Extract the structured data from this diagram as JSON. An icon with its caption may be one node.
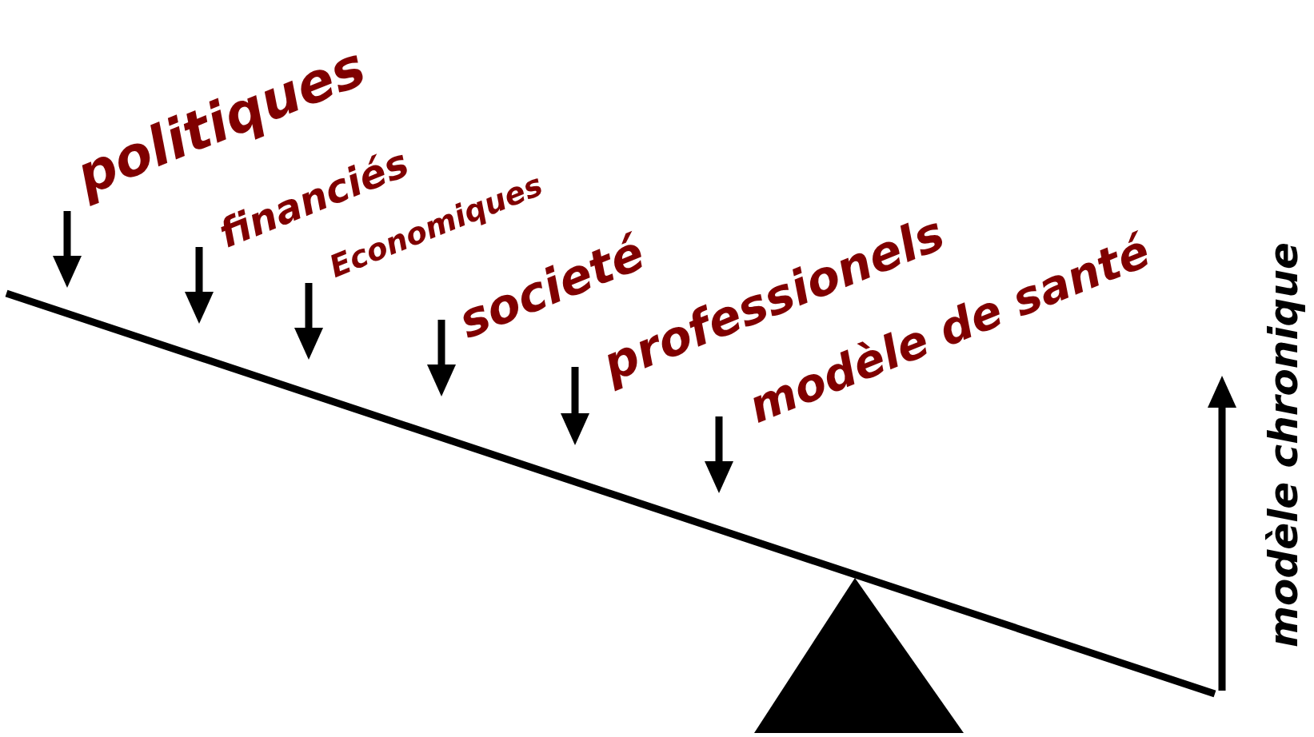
{
  "diagram": {
    "labels": [
      "politiques",
      "financiés",
      "Economiques",
      "societé",
      "professionels",
      "modèle de santé",
      "modèle chronique"
    ]
  }
}
